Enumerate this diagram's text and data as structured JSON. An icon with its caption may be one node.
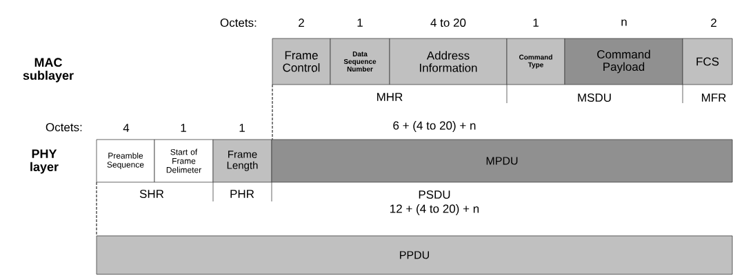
{
  "diagram": {
    "nodes": [
      {
        "text": [
          "Frame Control"
        ]
      },
      {
        "text": [
          "Data Sequence Number"
        ]
      },
      {
        "text": [
          "Address Information"
        ]
      },
      {
        "text": [
          "Command Type"
        ]
      },
      {
        "text": [
          "Command Payload"
        ]
      },
      {
        "text": [
          "FCS"
        ]
      },
      {
        "text": [
          "Preamble Sequence"
        ]
      },
      {
        "text": [
          "Start of Frame Delimeter"
        ]
      },
      {
        "text": [
          "Frame Length"
        ]
      },
      {
        "text": [
          "MPDU"
        ]
      },
      {
        "text": [
          "PPDU"
        ]
      }
    ],
    "labels": [
      "Octets:",
      "2",
      "1",
      "4 to 20",
      "1",
      "n",
      "2",
      "MAC sublayer",
      "MHR",
      "MSDU",
      "MFR",
      "Octets:",
      "4",
      "1",
      "1",
      "6 + (4 to 20) + n",
      "PHY layer",
      "SHR",
      "PHR",
      "PSDU",
      "12 + (4 to 20) + n"
    ]
  }
}
